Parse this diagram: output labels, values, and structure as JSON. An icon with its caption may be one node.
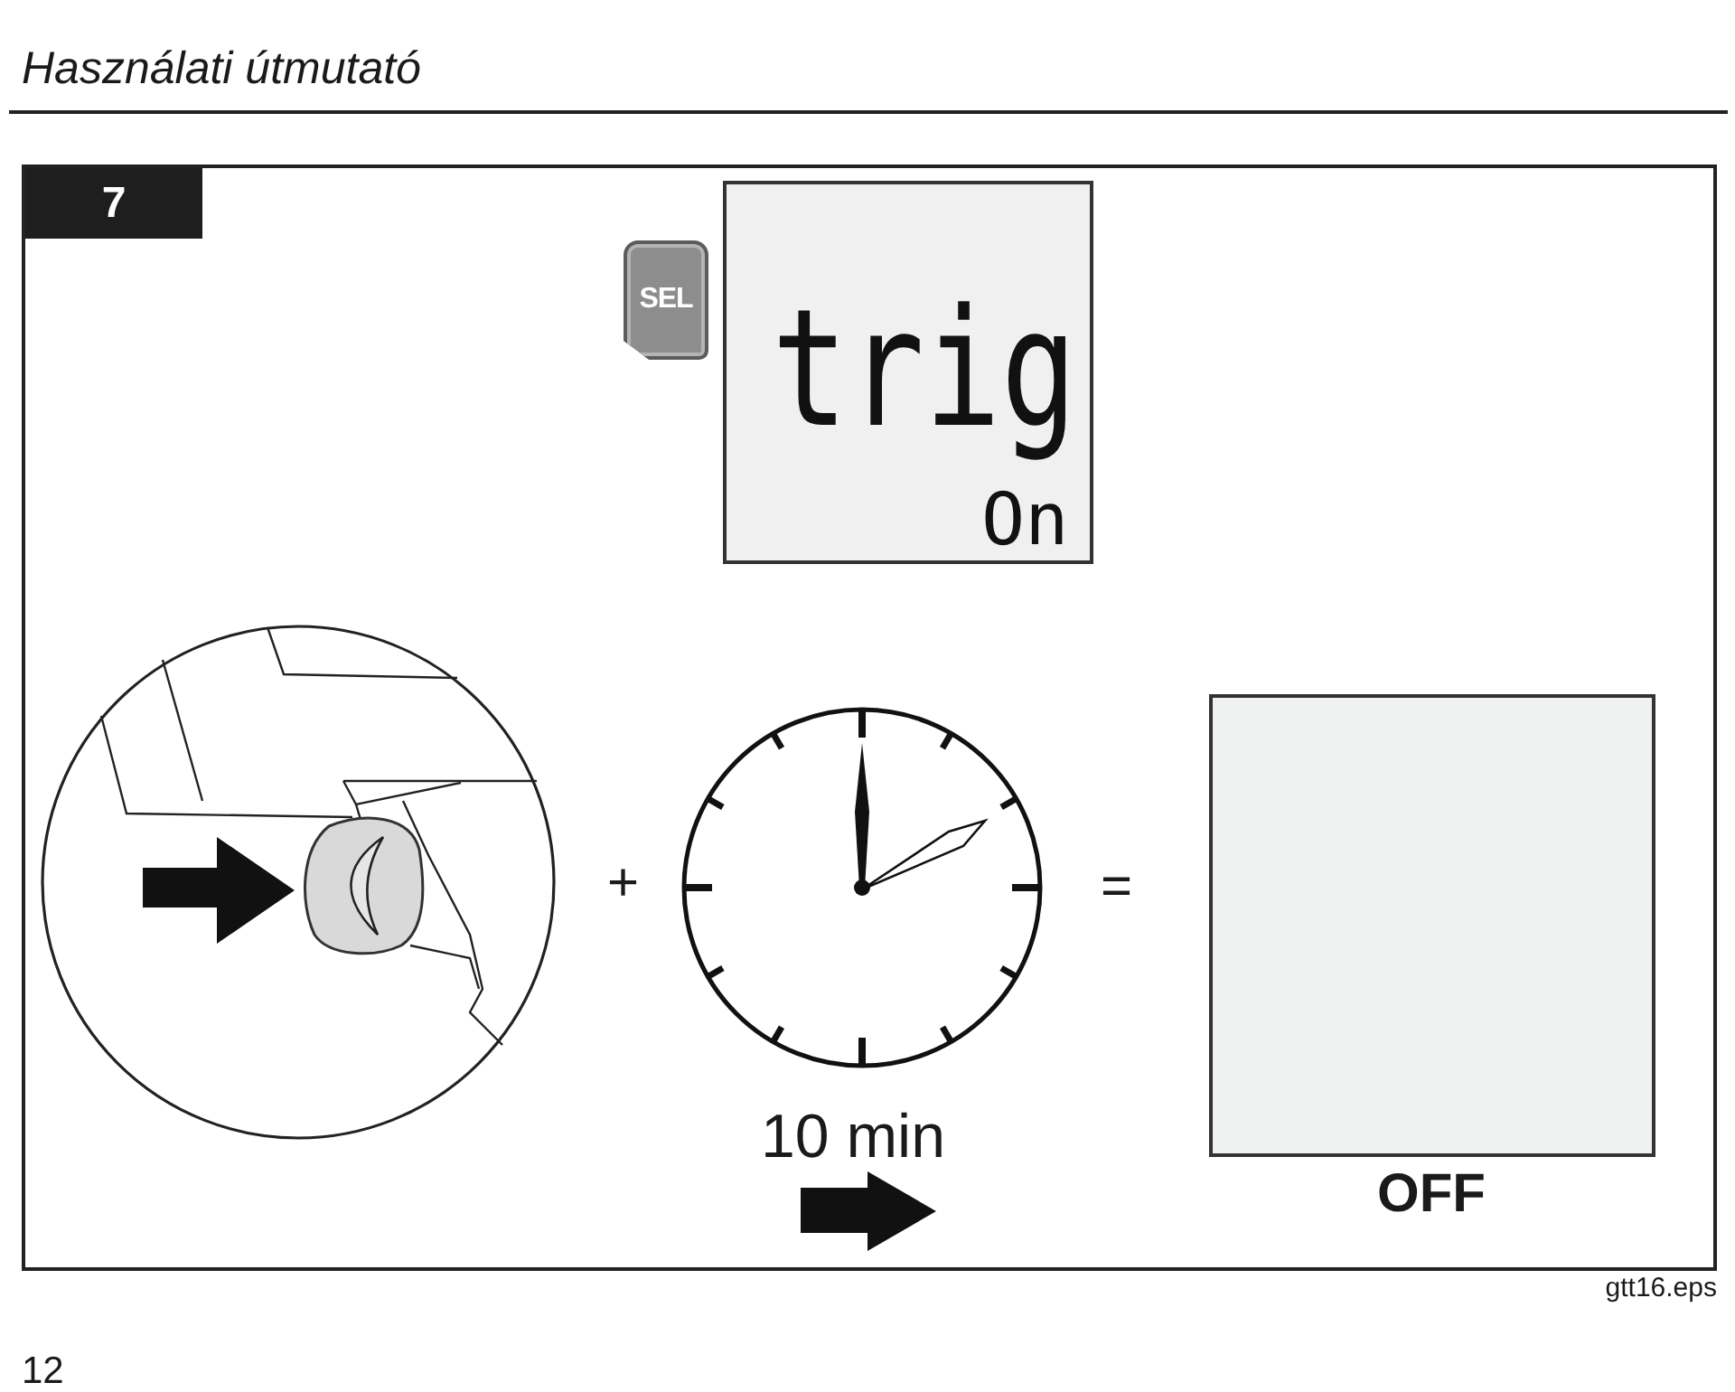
{
  "diagram": {
    "title": "Használati útmutató",
    "nodes": [
      {
        "text": [
          "7"
        ]
      },
      {
        "text": [
          "SEL"
        ],
        "in": 0
      },
      {
        "text": [
          "trig",
          "On"
        ],
        "in": 0
      },
      {
        "text": [],
        "shape": "picture",
        "in": 0
      },
      {
        "text": [],
        "shape": "picture",
        "beside": [
          "10 min"
        ],
        "in": 0
      },
      {
        "text": [
          "OFF"
        ],
        "in": 0
      }
    ],
    "labels": [
      "+",
      "=",
      "gtt16.eps",
      "12"
    ]
  }
}
